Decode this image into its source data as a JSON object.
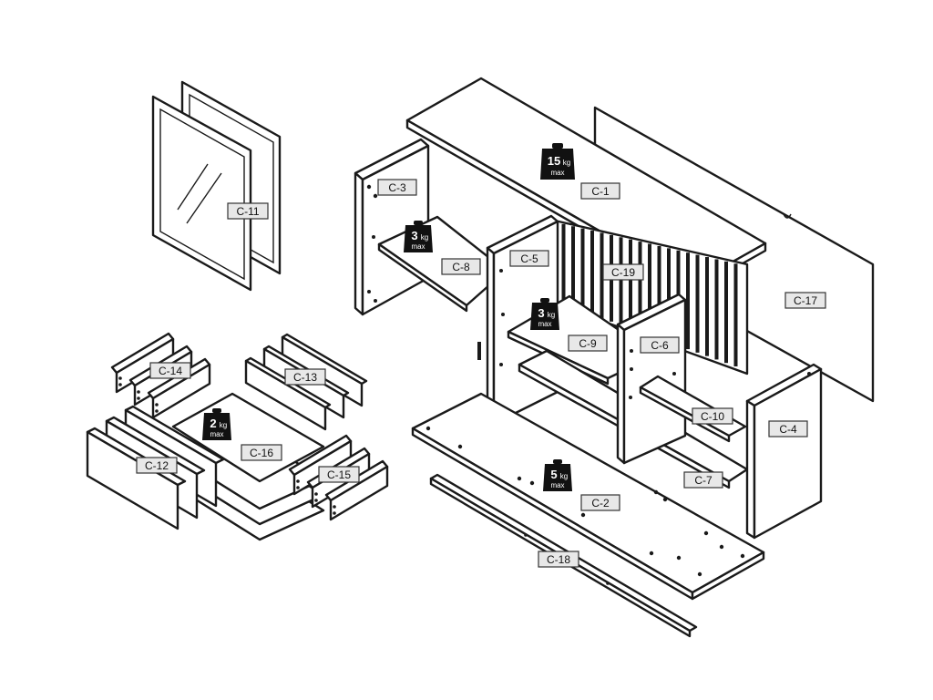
{
  "labels": {
    "c1": "C-1",
    "c2": "C-2",
    "c3": "C-3",
    "c4": "C-4",
    "c5": "C-5",
    "c6": "C-6",
    "c7": "C-7",
    "c8": "C-8",
    "c9": "C-9",
    "c10": "C-10",
    "c11": "C-11",
    "c12": "C-12",
    "c13": "C-13",
    "c14": "C-14",
    "c15": "C-15",
    "c16": "C-16",
    "c17": "C-17",
    "c18": "C-18",
    "c19": "C-19"
  },
  "weights": {
    "top": {
      "value": "15",
      "unit": "kg",
      "suffix": "max"
    },
    "shelf_left": {
      "value": "3",
      "unit": "kg",
      "suffix": "max"
    },
    "shelf_center": {
      "value": "3",
      "unit": "kg",
      "suffix": "max"
    },
    "drawer": {
      "value": "2",
      "unit": "kg",
      "suffix": "max"
    },
    "bottom": {
      "value": "5",
      "unit": "kg",
      "suffix": "max"
    }
  },
  "colors": {
    "line": "#1a1a1a",
    "label_fill": "#e8e8e8",
    "weight_icon": "#111111"
  }
}
